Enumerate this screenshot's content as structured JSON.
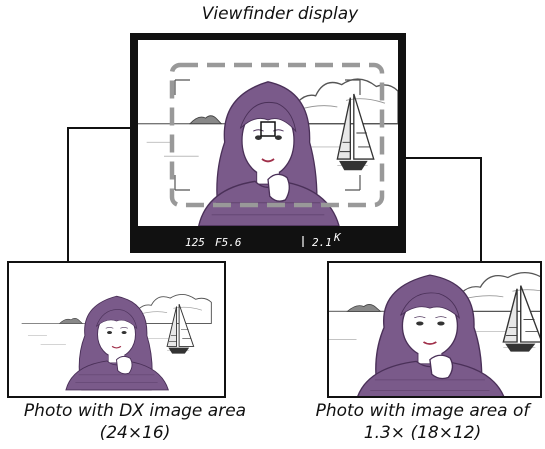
{
  "viewfinder": {
    "title": "Viewfinder display",
    "readout": {
      "shutter": "125",
      "aperture": "F5.6",
      "exposure": "2.1",
      "exposure_suffix": "K"
    }
  },
  "photos": [
    {
      "caption_line1": "Photo with DX image area",
      "caption_line2": "(24×16)"
    },
    {
      "caption_line1": "Photo with image area of",
      "caption_line2": "1.3× (18×12)"
    }
  ]
}
